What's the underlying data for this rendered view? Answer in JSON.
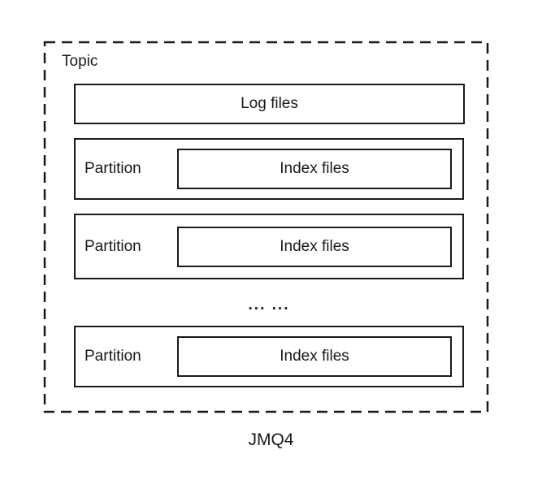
{
  "diagram": {
    "topic": {
      "label": "Topic"
    },
    "log_box": {
      "label": "Log files"
    },
    "partitions": [
      {
        "label": "Partition",
        "inner": {
          "label": "Index files"
        }
      },
      {
        "label": "Partition",
        "inner": {
          "label": "Index files"
        }
      },
      {
        "label": "Partition",
        "inner": {
          "label": "Index files"
        }
      }
    ],
    "ellipsis": "... ...",
    "caption": "JMQ4",
    "colors": {
      "stroke": "#1a1a1a",
      "background": "#ffffff"
    }
  }
}
